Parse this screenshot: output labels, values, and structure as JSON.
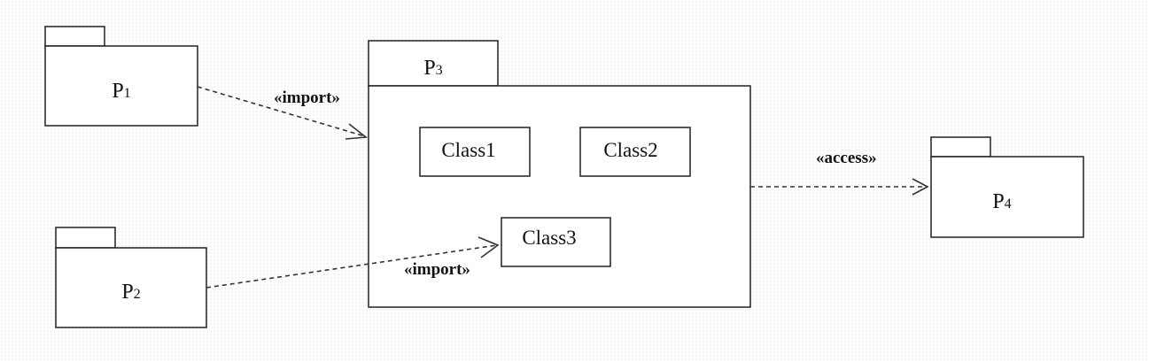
{
  "packages": {
    "p1": {
      "name": "P",
      "index": "1"
    },
    "p2": {
      "name": "P",
      "index": "2"
    },
    "p3": {
      "name": "P",
      "index": "3"
    },
    "p4": {
      "name": "P",
      "index": "4"
    }
  },
  "classes": {
    "class1": "Class1",
    "class2": "Class2",
    "class3": "Class3"
  },
  "dependencies": {
    "p1_to_p3": "«import»",
    "p2_to_class3": "«import»",
    "p3_to_p4": "«access»"
  }
}
